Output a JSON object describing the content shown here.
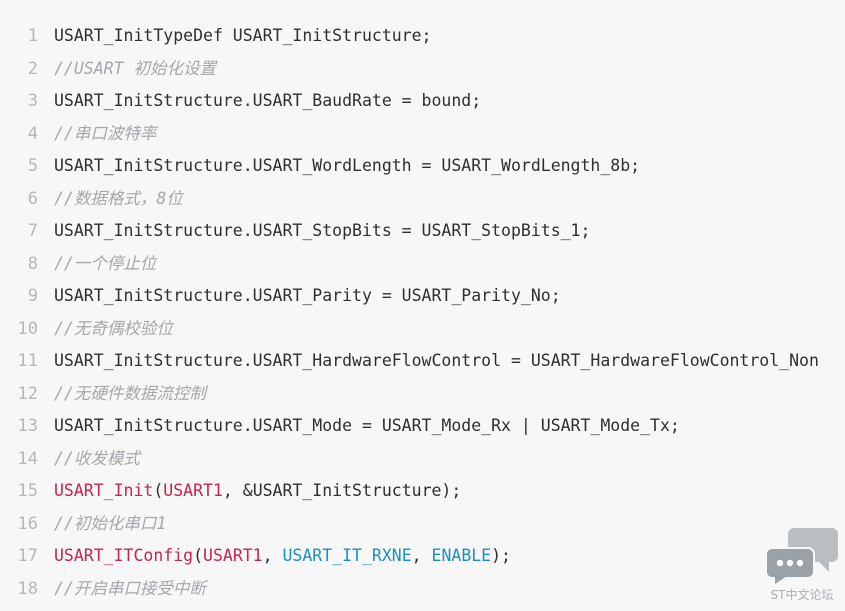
{
  "colors": {
    "background": "#f7f7f8",
    "line_number": "#b6b6bb",
    "code_text": "#2f2f33",
    "comment": "#a6a6ad",
    "function": "#c7254e",
    "constant": "#1b8fc7",
    "fab": "#aeb4b9"
  },
  "code_lines": [
    {
      "num": "1",
      "tokens": [
        {
          "t": "USART_InitTypeDef USART_InitStructure;",
          "k": "text"
        }
      ]
    },
    {
      "num": "2",
      "tokens": [
        {
          "t": "//USART 初始化设置",
          "k": "comment"
        }
      ]
    },
    {
      "num": "3",
      "tokens": [
        {
          "t": "USART_InitStructure.USART_BaudRate = bound;",
          "k": "text"
        }
      ]
    },
    {
      "num": "4",
      "tokens": [
        {
          "t": "//串口波特率",
          "k": "comment"
        }
      ]
    },
    {
      "num": "5",
      "tokens": [
        {
          "t": "USART_InitStructure.USART_WordLength = USART_WordLength_8b;",
          "k": "text"
        }
      ]
    },
    {
      "num": "6",
      "tokens": [
        {
          "t": "//数据格式，8位",
          "k": "comment"
        }
      ]
    },
    {
      "num": "7",
      "tokens": [
        {
          "t": "USART_InitStructure.USART_StopBits = USART_StopBits_1;",
          "k": "text"
        }
      ]
    },
    {
      "num": "8",
      "tokens": [
        {
          "t": "//一个停止位",
          "k": "comment"
        }
      ]
    },
    {
      "num": "9",
      "tokens": [
        {
          "t": "USART_InitStructure.USART_Parity = USART_Parity_No;",
          "k": "text"
        }
      ]
    },
    {
      "num": "10",
      "tokens": [
        {
          "t": "//无奇偶校验位",
          "k": "comment"
        }
      ]
    },
    {
      "num": "11",
      "tokens": [
        {
          "t": "USART_InitStructure.USART_HardwareFlowControl = USART_HardwareFlowControl_Non",
          "k": "text"
        }
      ]
    },
    {
      "num": "12",
      "tokens": [
        {
          "t": "//无硬件数据流控制",
          "k": "comment"
        }
      ]
    },
    {
      "num": "13",
      "tokens": [
        {
          "t": "USART_InitStructure.USART_Mode = USART_Mode_Rx | USART_Mode_Tx;",
          "k": "text"
        }
      ]
    },
    {
      "num": "14",
      "tokens": [
        {
          "t": "//收发模式",
          "k": "comment"
        }
      ]
    },
    {
      "num": "15",
      "tokens": [
        {
          "t": "USART_Init",
          "k": "func"
        },
        {
          "t": "(",
          "k": "text"
        },
        {
          "t": "USART1",
          "k": "func"
        },
        {
          "t": ", &USART_InitStructure);",
          "k": "text"
        }
      ]
    },
    {
      "num": "16",
      "tokens": [
        {
          "t": "//初始化串口1",
          "k": "comment"
        }
      ]
    },
    {
      "num": "17",
      "tokens": [
        {
          "t": "USART_ITConfig",
          "k": "func"
        },
        {
          "t": "(",
          "k": "text"
        },
        {
          "t": "USART1",
          "k": "func"
        },
        {
          "t": ", ",
          "k": "text"
        },
        {
          "t": "USART_IT_RXNE",
          "k": "const"
        },
        {
          "t": ", ",
          "k": "text"
        },
        {
          "t": "ENABLE",
          "k": "const"
        },
        {
          "t": ");",
          "k": "text"
        }
      ]
    },
    {
      "num": "18",
      "tokens": [
        {
          "t": "//开启串口接受中断",
          "k": "comment"
        }
      ]
    }
  ],
  "forum_button": {
    "icon": "chat-bubbles-icon",
    "label": "ST中文论坛"
  }
}
